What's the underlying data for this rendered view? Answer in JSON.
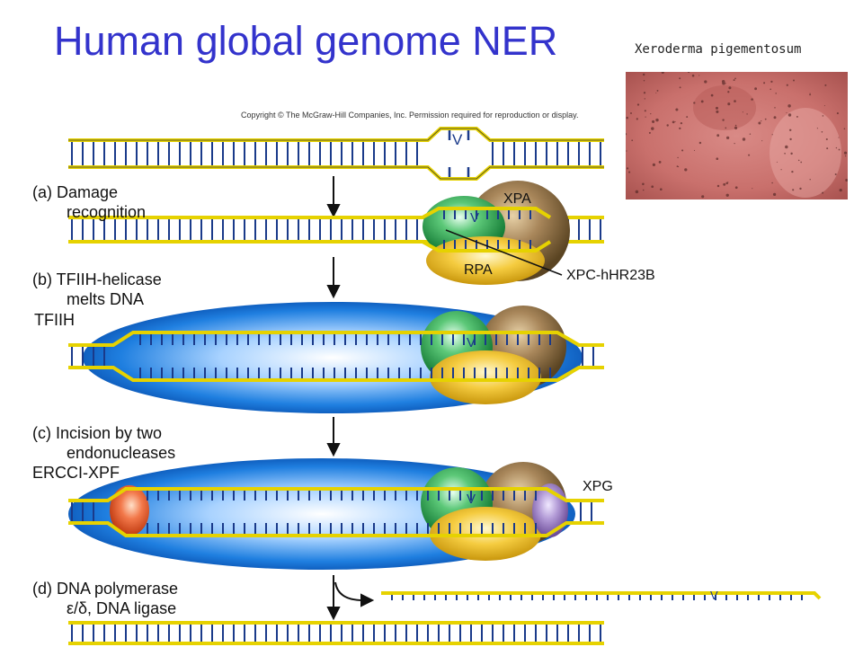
{
  "title": "Human global genome NER",
  "photo": {
    "caption": "Xeroderma pigementosum"
  },
  "copyright": "Copyright © The McGraw-Hill Companies, Inc. Permission required for reproduction or display.",
  "colors": {
    "title": "#3333cc",
    "dna_rail": "#e6d200",
    "dna_rung": "#1a3a8a",
    "tfiih": "#1e7de0",
    "xpc": "#2aa84a",
    "xpa": "#8a6a3a",
    "rpa": "#f2c12e",
    "ercc1_xpf": "#e8501e",
    "xpg": "#9a78c0"
  },
  "steps": {
    "a_line1": "(a) Damage",
    "a_line2": "recognition",
    "b_line1": "(b) TFIIH-helicase",
    "b_line2": "melts DNA",
    "c_line1": "(c) Incision by two",
    "c_line2": "endonucleases",
    "d_line1": "(d) DNA polymerase",
    "d_line2": "ε/δ, DNA ligase"
  },
  "proteins": {
    "xpa": "XPA",
    "rpa": "RPA",
    "xpc": "XPC-hHR23B",
    "tfiih": "TFIIH",
    "ercc1_xpf": "ERCCI-XPF",
    "xpg": "XPG"
  },
  "lesion_mark": "V"
}
